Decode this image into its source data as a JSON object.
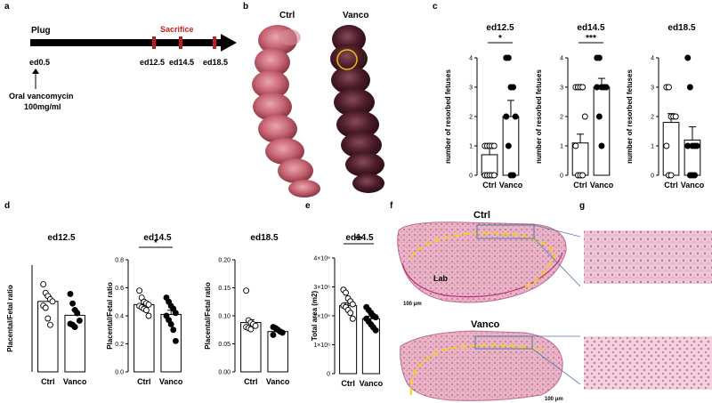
{
  "panel_letters": {
    "a": "a",
    "b": "b",
    "c": "c",
    "d": "d",
    "e": "e",
    "f": "f",
    "g": "g"
  },
  "panel_a": {
    "plug": "Plug",
    "sacrifice": "Sacrifice",
    "ed0_5": "ed0.5",
    "ed12_5": "ed12.5",
    "ed14_5": "ed14.5",
    "ed18_5": "ed18.5",
    "treatment_line1": "Oral vancomycin",
    "treatment_line2": "100mg/ml",
    "sacrifice_color": "#c0201e"
  },
  "panel_b": {
    "ctrl": "Ctrl",
    "vanco": "Vanco",
    "circle_color": "#e8c20c"
  },
  "panel_f": {
    "ctrl": "Ctrl",
    "vanco": "Vanco",
    "lab": "Lab",
    "scale_ctrl": "100 μm",
    "scale_vanco": "100 μm"
  },
  "chart_data": [
    {
      "type": "bar",
      "title": "ed12.5",
      "ylabel": "number of resorbed fetuses",
      "categories": [
        "Ctrl",
        "Vanco"
      ],
      "values": [
        0.7,
        2.0
      ],
      "errors": [
        0.25,
        0.55
      ],
      "ylim": [
        0,
        4
      ],
      "yticks": [
        "0",
        "1",
        "2",
        "3",
        "4"
      ],
      "significance": "*",
      "points": [
        [
          1,
          1,
          1,
          1,
          1,
          0,
          0,
          0,
          0,
          0
        ],
        [
          4,
          4,
          3,
          3,
          2,
          2,
          1,
          0,
          0
        ]
      ]
    },
    {
      "type": "bar",
      "title": "ed14.5",
      "ylabel": "number of resorbed fetuses",
      "categories": [
        "Ctrl",
        "Vanco"
      ],
      "values": [
        1.1,
        3.0
      ],
      "errors": [
        0.3,
        0.3
      ],
      "ylim": [
        0,
        4
      ],
      "yticks": [
        "0",
        "1",
        "2",
        "3",
        "4"
      ],
      "significance": "***",
      "points": [
        [
          3,
          3,
          3,
          3,
          2,
          1,
          0,
          0,
          0
        ],
        [
          4,
          4,
          3,
          3,
          3,
          3,
          2,
          1
        ]
      ]
    },
    {
      "type": "bar",
      "title": "ed18.5",
      "ylabel": "number of resorbed fetuses",
      "categories": [
        "Ctrl",
        "Vanco"
      ],
      "values": [
        1.8,
        1.2
      ],
      "errors": [
        0.3,
        0.45
      ],
      "ylim": [
        0,
        4
      ],
      "yticks": [
        "0",
        "1",
        "2",
        "3",
        "4"
      ],
      "significance": "",
      "points": [
        [
          3,
          3,
          2,
          2,
          2,
          1,
          0,
          0
        ],
        [
          4,
          3,
          1,
          1,
          1,
          1,
          0,
          0,
          0
        ]
      ]
    },
    {
      "type": "bar",
      "title": "ed12.5",
      "ylabel": "Placental/Fetal ratio",
      "categories": [
        "Ctrl",
        "Vanco"
      ],
      "values": [
        0.66,
        0.53
      ],
      "errors": [
        0.05,
        0.05
      ],
      "ylim": [
        0,
        1.0
      ],
      "yticks": [],
      "significance": "",
      "points": [
        [
          0.82,
          0.74,
          0.71,
          0.68,
          0.66,
          0.62,
          0.6,
          0.5,
          0.44
        ],
        [
          0.73,
          0.64,
          0.58,
          0.55,
          0.48,
          0.45,
          0.44,
          0.42
        ]
      ]
    },
    {
      "type": "bar",
      "title": "ed14.5",
      "ylabel": "Placental/Fetal ratio",
      "categories": [
        "Ctrl",
        "Vanco"
      ],
      "values": [
        0.48,
        0.41
      ],
      "errors": [
        0.02,
        0.03
      ],
      "ylim": [
        0,
        0.8
      ],
      "yticks": [
        "0.0",
        "0.2",
        "0.4",
        "0.6",
        "0.8"
      ],
      "significance": "*",
      "points": [
        [
          0.58,
          0.53,
          0.5,
          0.49,
          0.48,
          0.47,
          0.46,
          0.45,
          0.44,
          0.4
        ],
        [
          0.53,
          0.5,
          0.47,
          0.45,
          0.42,
          0.4,
          0.37,
          0.34,
          0.3,
          0.22
        ]
      ]
    },
    {
      "type": "bar",
      "title": "ed18.5",
      "ylabel": "Placental/Fetal ratio",
      "categories": [
        "Ctrl",
        "Vanco"
      ],
      "values": [
        0.088,
        0.072
      ],
      "errors": [
        0.005,
        0.003
      ],
      "ylim": [
        0,
        0.2
      ],
      "yticks": [
        "0.00",
        "0.05",
        "0.10",
        "0.15",
        "0.20"
      ],
      "significance": "",
      "points": [
        [
          0.145,
          0.092,
          0.088,
          0.085,
          0.082,
          0.08,
          0.078,
          0.076
        ],
        [
          0.08,
          0.078,
          0.075,
          0.072,
          0.07,
          0.066
        ]
      ]
    },
    {
      "type": "bar",
      "title": "ed14.5",
      "ylabel": "Total area (m2)",
      "categories": [
        "Ctrl",
        "Vanco"
      ],
      "values": [
        2350000,
        1900000
      ],
      "errors": [
        100000,
        90000
      ],
      "ylim": [
        0,
        4000000
      ],
      "yticks": [
        "0",
        "1×10⁶",
        "2×10⁶",
        "3×10⁶",
        "4×10⁶"
      ],
      "significance": "**",
      "points": [
        [
          2900000,
          2800000,
          2600000,
          2500000,
          2400000,
          2350000,
          2300000,
          2200000,
          2100000,
          1900000
        ],
        [
          2300000,
          2200000,
          2100000,
          2000000,
          1950000,
          1900000,
          1800000,
          1700000,
          1600000,
          1500000
        ]
      ]
    }
  ]
}
